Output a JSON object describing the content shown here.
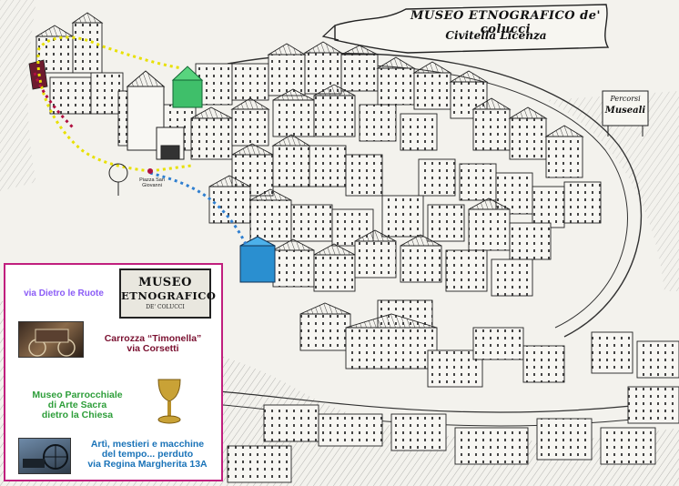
{
  "title": {
    "main": "MUSEO ETNOGRAFICO de' colucci",
    "sub": "Civitella Licenza"
  },
  "sign": {
    "line1": "Percorsi",
    "line2": "Museali"
  },
  "piazza_label": "Piazza San Giovanni",
  "legend": {
    "items": [
      {
        "label": "via Dietro le Ruote",
        "color": "#8b5cf6"
      },
      {
        "label_line1": "Carrozza “Timonella”",
        "label_line2": "via Corsetti",
        "color": "#7a1030"
      },
      {
        "label_line1": "Museo Parrocchiale",
        "label_line2": "di Arte Sacra",
        "label_line3": "dietro la Chiesa",
        "color": "#2e9e3a"
      },
      {
        "label_line1": "Artì, mestieri e macchine",
        "label_line2": "del tempo... perduto",
        "label_line3": "via Regina Margherita 13A",
        "color": "#1a73b8"
      }
    ],
    "museo_logo": {
      "line1": "MUSEO",
      "line2": "ETNOGRAFICO",
      "line3": "DE' COLUCCI"
    }
  },
  "colors": {
    "border": "#c01f7e",
    "route_yellow": "#e8e000",
    "route_blue": "#2f7fd0",
    "route_red": "#b01040",
    "building_green": "#3fbf6a",
    "building_blue": "#2a8fd0",
    "building_maroon": "#6d1b2e"
  }
}
